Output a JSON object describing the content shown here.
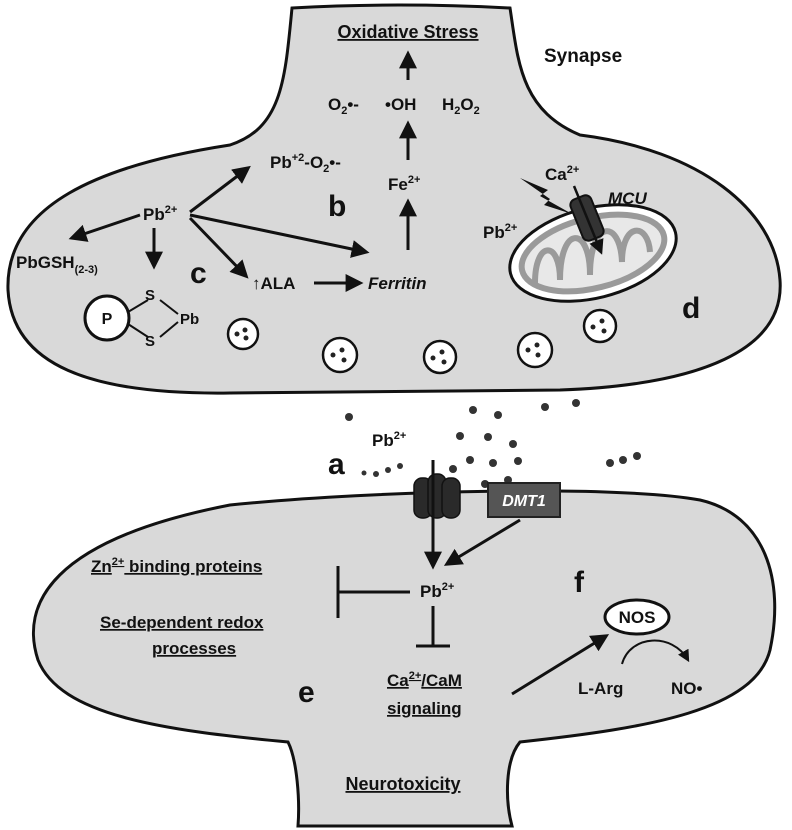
{
  "labels": {
    "synapse": "Synapse",
    "oxidative_stress": "Oxidative Stress",
    "neurotoxicity": "Neurotoxicity",
    "panel_a": "a",
    "panel_b": "b",
    "panel_c": "c",
    "panel_d": "d",
    "panel_e": "e",
    "panel_f": "f"
  },
  "species": {
    "pb_top": "Pb",
    "pb_top_sup": "2+",
    "pb_complex": "Pb",
    "pb_complex_sup": "+2",
    "pb_complex_rest": "-O",
    "pb_complex_sub": "2",
    "pb_complex_end": "•-",
    "superoxide": "O",
    "superoxide_sub": "2",
    "superoxide_end": "•-",
    "hydroxyl": "•OH",
    "peroxide": "H",
    "peroxide_sub": "2",
    "peroxide_o": "O",
    "peroxide_sub2": "2",
    "fe": "Fe",
    "fe_sup": "2+",
    "pbgsh": "PbGSH",
    "pbgsh_sub": "(2-3)",
    "ala": "↑ALA",
    "ferritin": "Ferritin",
    "protein_p": "P",
    "s_upper": "S",
    "s_lower": "S",
    "pb_chelate": "Pb",
    "ca": "Ca",
    "ca_sup": "2+",
    "mcu": "MCU",
    "pb_mito": "Pb",
    "pb_mito_sup": "2+",
    "pb_cleft": "Pb",
    "pb_cleft_sup": "2+",
    "dmt1": "DMT1",
    "pb_post": "Pb",
    "pb_post_sup": "2+",
    "zn_proteins_a": "Zn",
    "zn_proteins_sup": "2+",
    "zn_proteins_b": " binding proteins",
    "se_line1": "Se-dependent redox",
    "se_line2": "processes",
    "cacam_a": "Ca",
    "cacam_sup": "2+",
    "cacam_b": "/CaM",
    "cacam_line2": "signaling",
    "nos": "NOS",
    "larg": "L-Arg",
    "no": "NO•"
  },
  "colors": {
    "cell_fill": "#d9d9d9",
    "outline": "#111111",
    "dark": "#222222",
    "dmt1_fill": "#555555",
    "mito_fill": "#ffffff",
    "mito_inner": "#9a9a9a"
  }
}
